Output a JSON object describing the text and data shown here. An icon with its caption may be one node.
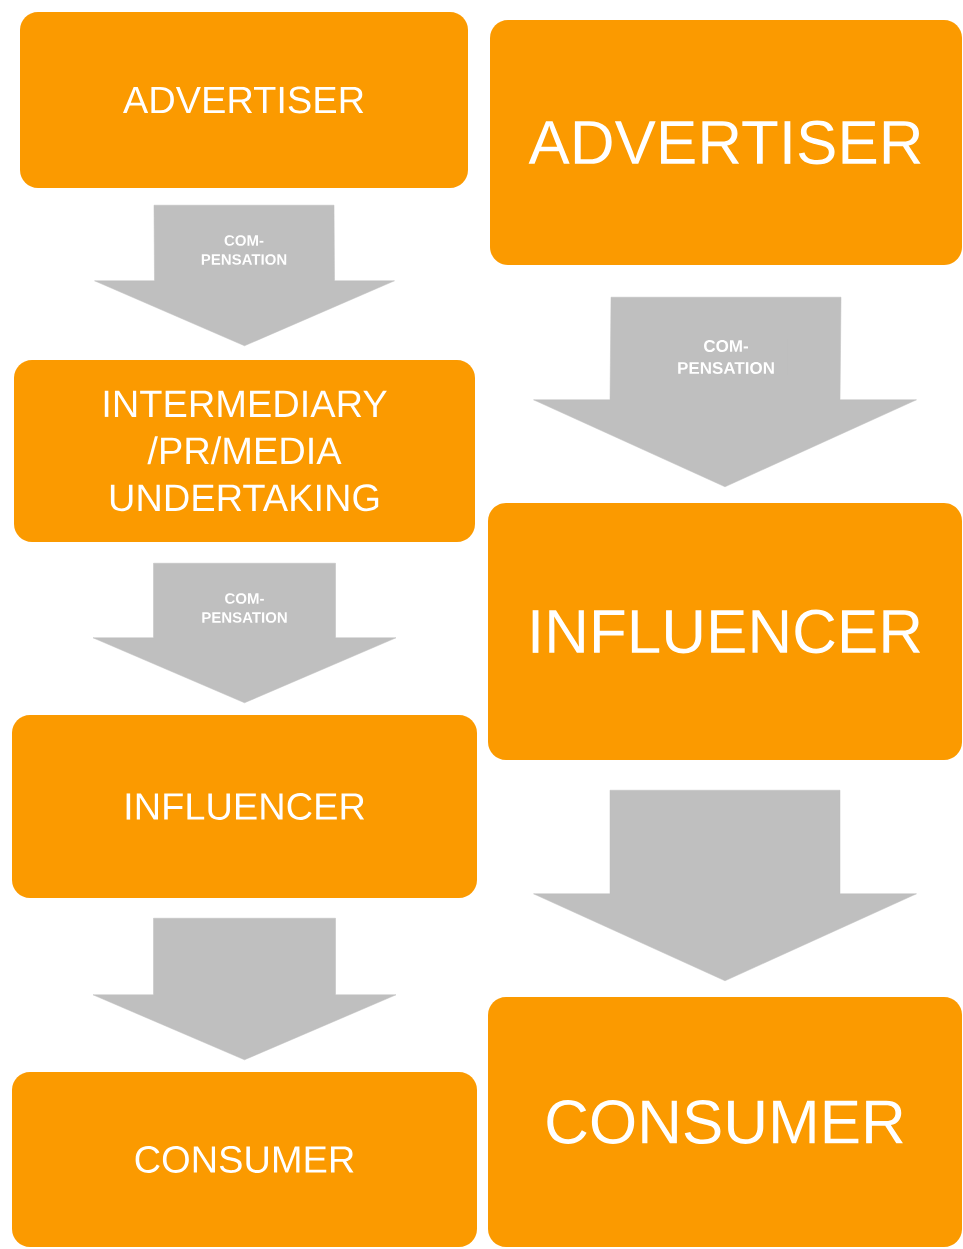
{
  "diagram": {
    "nodes": [
      {
        "text": [
          "ADVERTISER"
        ]
      },
      {
        "text": [
          "INTERMEDIARY /PR/MEDIA UNDERTAKING"
        ]
      },
      {
        "text": [
          "INFLUENCER"
        ]
      },
      {
        "text": [
          "CONSUMER"
        ]
      },
      {
        "text": [
          "ADVERTISER"
        ]
      },
      {
        "text": [
          "INFLUENCER"
        ]
      },
      {
        "text": [
          "CONSUMER"
        ]
      }
    ],
    "edges": [
      {
        "from": 0,
        "to": 1,
        "arrow": "to",
        "label": "COM- PENSATION"
      },
      {
        "from": 1,
        "to": 2,
        "arrow": "to",
        "label": "COM- PENSATION"
      },
      {
        "from": 2,
        "to": 3,
        "arrow": "to"
      },
      {
        "from": 4,
        "to": 5,
        "arrow": "to",
        "label": "COM- PENSATION"
      },
      {
        "from": 5,
        "to": 6,
        "arrow": "to"
      }
    ]
  }
}
